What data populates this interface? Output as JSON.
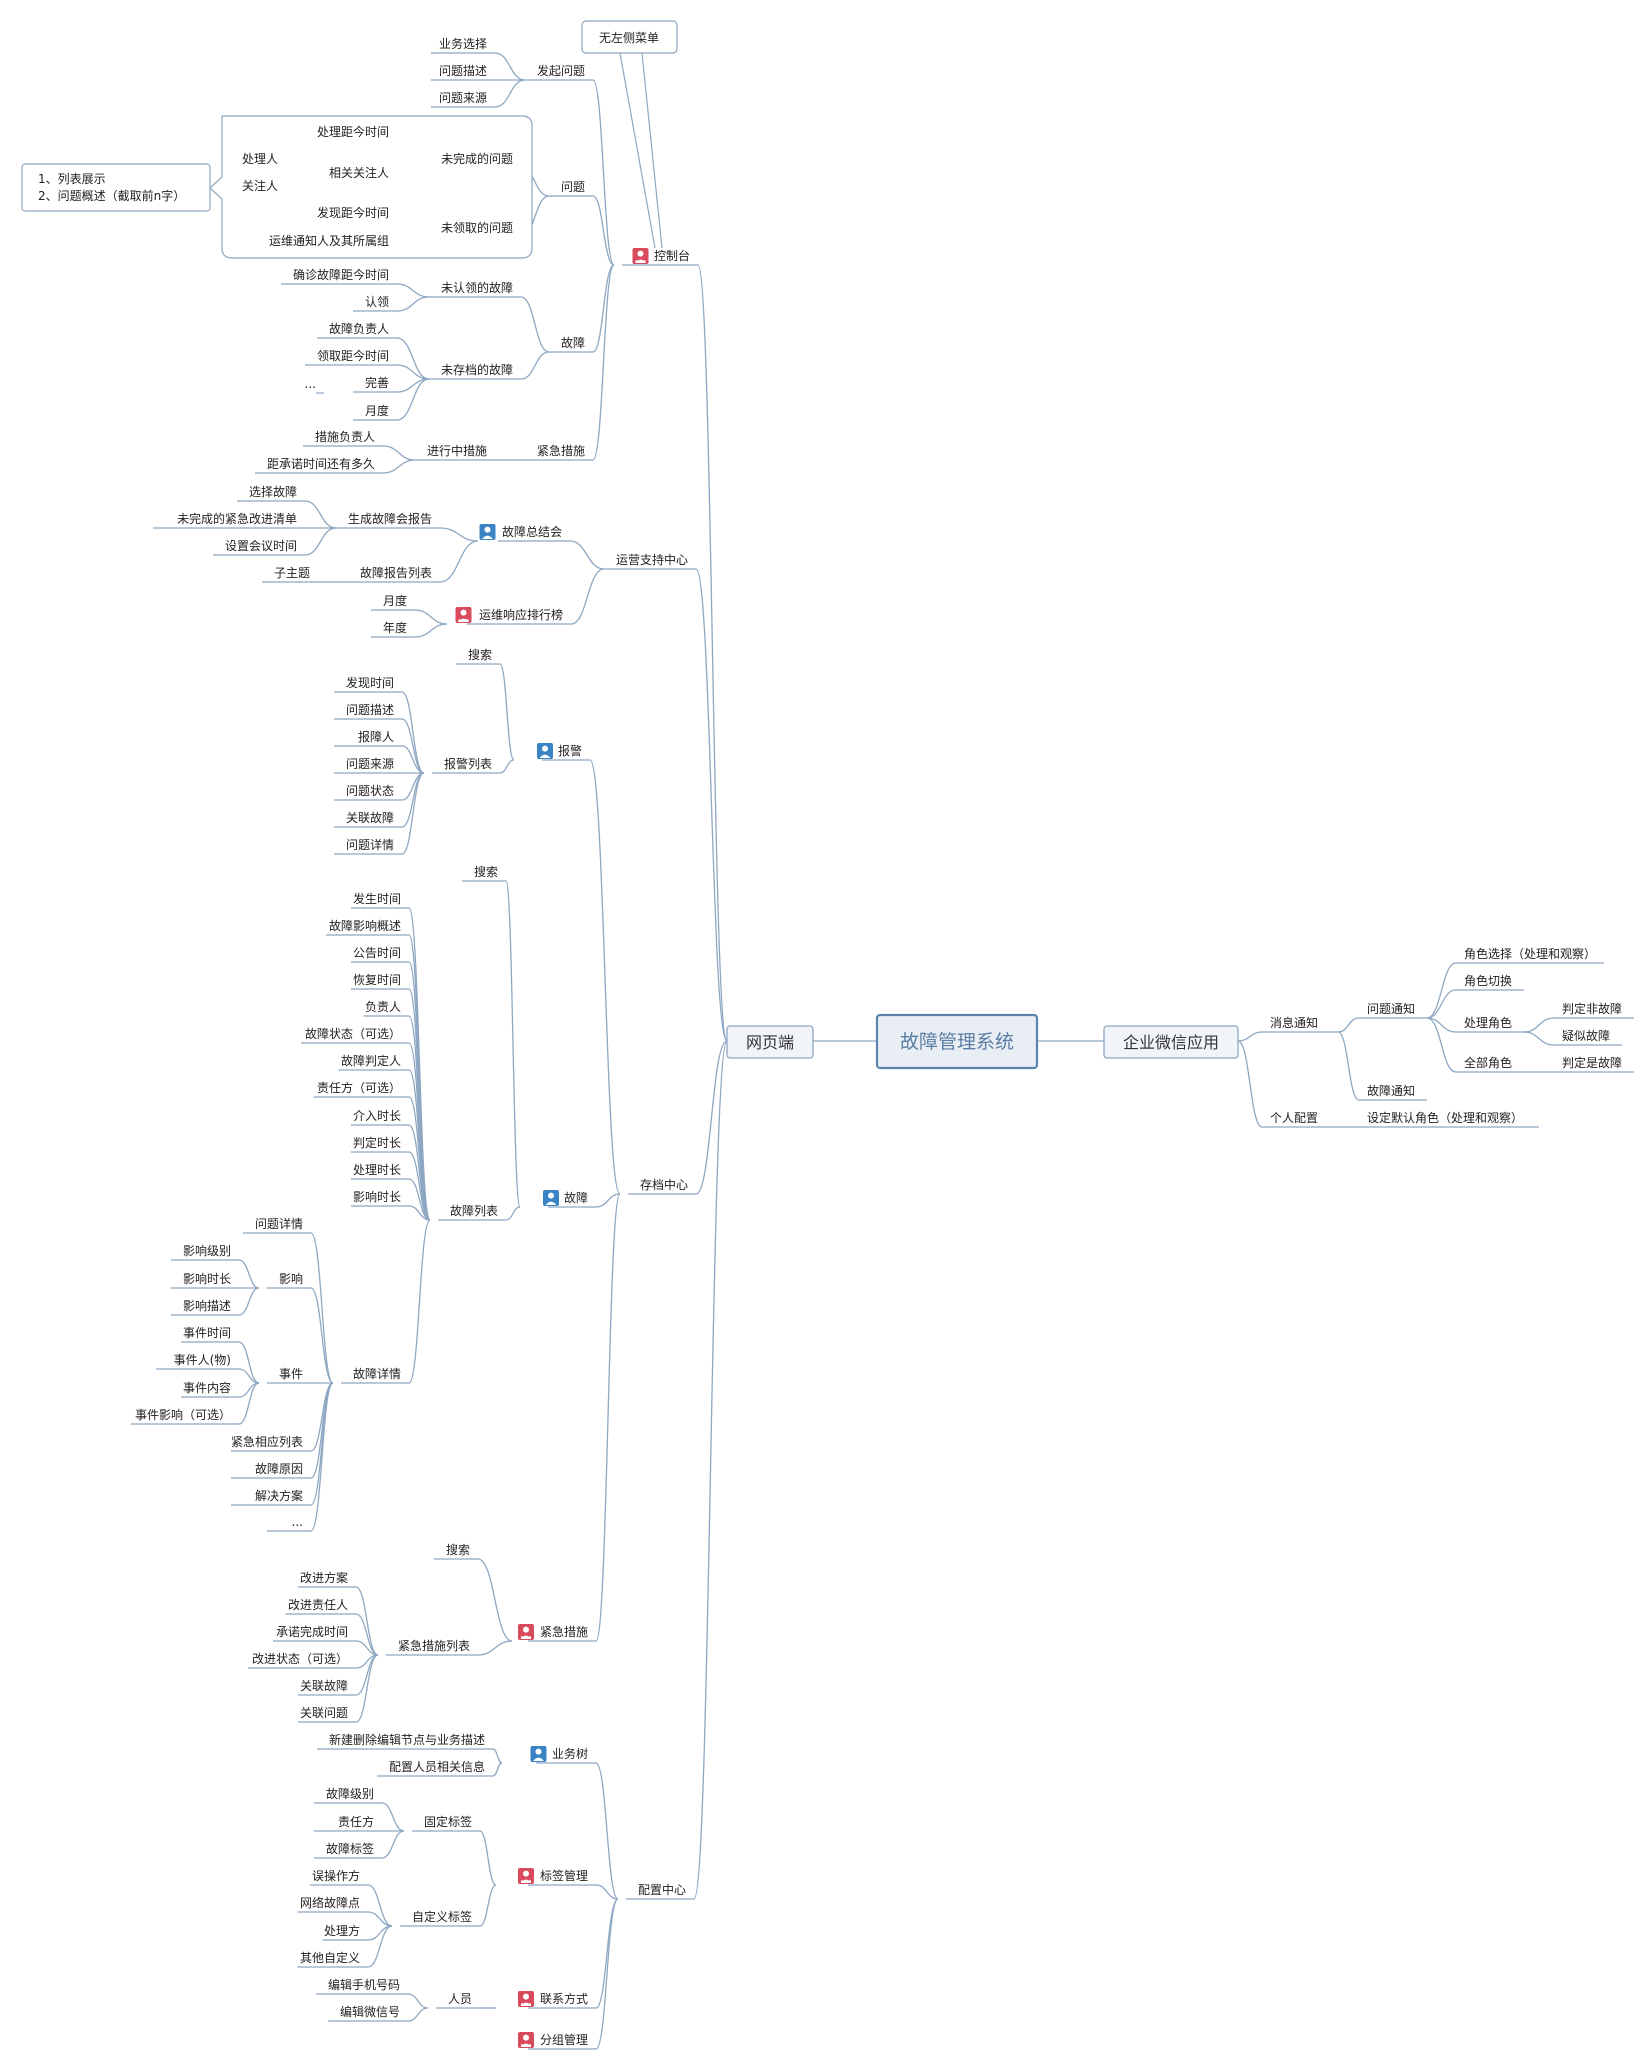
{
  "colors": {
    "line": "#8ea7c2",
    "root_border": "#5c84ad",
    "root_text": "#5a7da3",
    "icon_person_blue": "#3a84c6",
    "icon_person_red": "#d94a5c"
  },
  "root": "故障管理系统",
  "left_main": "网页端",
  "right_main": "企业微信应用",
  "web": {
    "console": {
      "label": "控制台",
      "icon": "person-red-icon",
      "callout": "无左侧菜单",
      "initiate": {
        "label": "发起问题",
        "items": [
          "业务选择",
          "问题描述",
          "问题来源"
        ]
      },
      "problem": {
        "label": "问题",
        "unfinished": {
          "label": "未完成的问题",
          "time": "处理距今时间",
          "related": "相关关注人",
          "handler": "处理人",
          "watcher": "关注人"
        },
        "unclaimed": {
          "label": "未领取的问题",
          "items": [
            "发现距今时间",
            "运维通知人及其所属组"
          ]
        },
        "note": [
          "1、列表展示",
          "2、问题概述（截取前n字）"
        ]
      },
      "fault": {
        "label": "故障",
        "unconfirmed": {
          "label": "未认领的故障",
          "items": [
            "确诊故障距今时间",
            "认领"
          ]
        },
        "unarchived": {
          "label": "未存档的故障",
          "items": [
            "故障负责人",
            "领取距今时间",
            "完善",
            "月度"
          ],
          "ellipsis": "..."
        }
      },
      "emergency": {
        "label": "紧急措施",
        "ongoing": {
          "label": "进行中措施",
          "items": [
            "措施负责人",
            "距承诺时间还有多久"
          ]
        }
      }
    },
    "ops": {
      "label": "运营支持中心",
      "review": {
        "label": "故障总结会",
        "icon": "person-blue-icon",
        "generate": {
          "label": "生成故障会报告",
          "items": [
            "选择故障",
            "未完成的紧急改进清单",
            "设置会议时间"
          ]
        },
        "report_list": {
          "label": "故障报告列表",
          "items": [
            "子主题"
          ]
        }
      },
      "ranking": {
        "label": "运维响应排行榜",
        "icon": "person-red-icon",
        "items": [
          "月度",
          "年度"
        ]
      }
    },
    "archive": {
      "label": "存档中心",
      "alarm": {
        "label": "报警",
        "icon": "person-blue-icon",
        "search": "搜索",
        "list": {
          "label": "报警列表",
          "items": [
            "发现时间",
            "问题描述",
            "报障人",
            "问题来源",
            "问题状态",
            "关联故障",
            "问题详情"
          ]
        }
      },
      "fault": {
        "label": "故障",
        "icon": "person-blue-icon",
        "search": "搜索",
        "list": {
          "label": "故障列表",
          "items": [
            "发生时间",
            "故障影响概述",
            "公告时间",
            "恢复时间",
            "负责人",
            "故障状态（可选）",
            "故障判定人",
            "责任方（可选）",
            "介入时长",
            "判定时长",
            "处理时长",
            "影响时长"
          ]
        },
        "detail": {
          "label": "故障详情",
          "problem_detail": "问题详情",
          "impact": {
            "label": "影响",
            "items": [
              "影响级别",
              "影响时长",
              "影响描述"
            ]
          },
          "event": {
            "label": "事件",
            "items": [
              "事件时间",
              "事件人(物)",
              "事件内容",
              "事件影响（可选）"
            ]
          },
          "rest": [
            "紧急相应列表",
            "故障原因",
            "解决方案"
          ],
          "ellipsis": "..."
        }
      },
      "measure": {
        "label": "紧急措施",
        "icon": "person-red-icon",
        "search": "搜索",
        "list": {
          "label": "紧急措施列表",
          "items": [
            "改进方案",
            "改进责任人",
            "承诺完成时间",
            "改进状态（可选）",
            "关联故障",
            "关联问题"
          ]
        }
      }
    },
    "config": {
      "label": "配置中心",
      "biztree": {
        "label": "业务树",
        "icon": "person-blue-icon",
        "items": [
          "新建删除编辑节点与业务描述",
          "配置人员相关信息"
        ]
      },
      "tags": {
        "label": "标签管理",
        "icon": "person-red-icon",
        "fixed": {
          "label": "固定标签",
          "items": [
            "故障级别",
            "责任方",
            "故障标签"
          ]
        },
        "custom": {
          "label": "自定义标签",
          "items": [
            "误操作方",
            "网络故障点",
            "处理方",
            "其他自定义"
          ]
        }
      },
      "contact": {
        "label": "联系方式",
        "icon": "person-red-icon",
        "person": {
          "label": "人员",
          "items": [
            "编辑手机号码",
            "编辑微信号"
          ]
        }
      },
      "group": {
        "label": "分组管理",
        "icon": "person-red-icon"
      }
    }
  },
  "wecom": {
    "notify": {
      "label": "消息通知",
      "problem": {
        "label": "问题通知",
        "role_select": "角色选择（处理和观察）",
        "role_switch": "角色切换",
        "handle_role": {
          "label": "处理角色",
          "items": [
            "判定非故障",
            "疑似故障"
          ]
        },
        "all_role": {
          "label": "全部角色",
          "items": [
            "判定是故障"
          ]
        }
      },
      "fault": "故障通知"
    },
    "personal": {
      "label": "个人配置",
      "default_role": "设定默认角色（处理和观察）"
    }
  }
}
